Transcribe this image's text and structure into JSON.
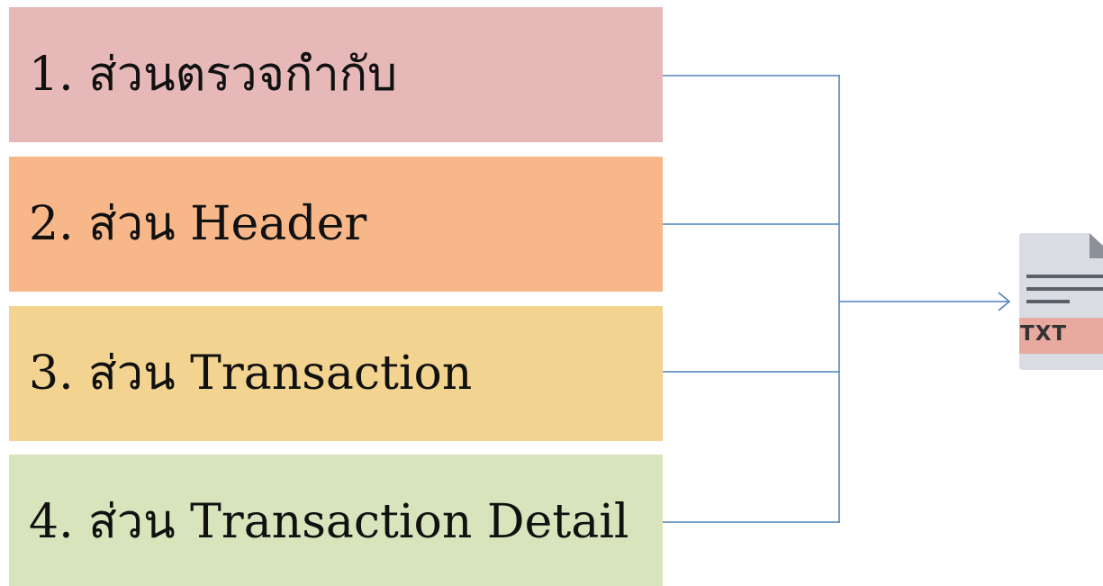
{
  "sections": [
    {
      "label": "1. ส่วนตรวจกำกับ",
      "color": "#e6b8b8"
    },
    {
      "label": "2. ส่วน Header",
      "color": "#f7b789"
    },
    {
      "label": "3. ส่วน Transaction",
      "color": "#f2d38f"
    },
    {
      "label": "4. ส่วน Transaction Detail",
      "color": "#d8e4bc"
    }
  ],
  "connector_color": "#4f81bd",
  "output_file": {
    "icon": "txt-file-icon",
    "label": "TXT",
    "badge_color": "#e8a9a1",
    "page_color": "#d9dde3"
  }
}
